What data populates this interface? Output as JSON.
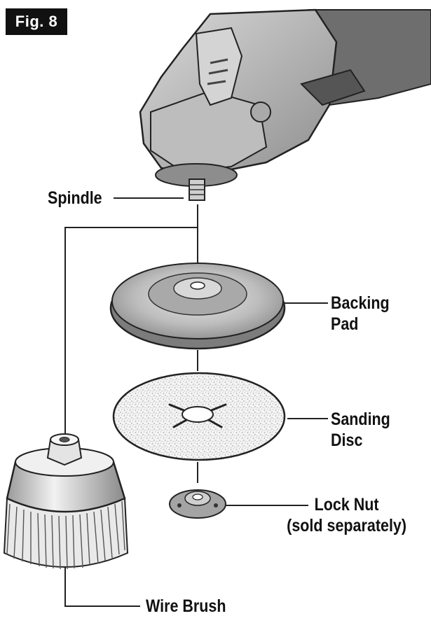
{
  "figure": {
    "label": "Fig. 8"
  },
  "labels": {
    "spindle": "Spindle",
    "backing_pad": [
      "Backing",
      "Pad"
    ],
    "sanding_disc": [
      "Sanding",
      "Disc"
    ],
    "lock_nut": [
      "Lock Nut",
      "(sold separately)"
    ],
    "wire_brush": "Wire Brush"
  }
}
